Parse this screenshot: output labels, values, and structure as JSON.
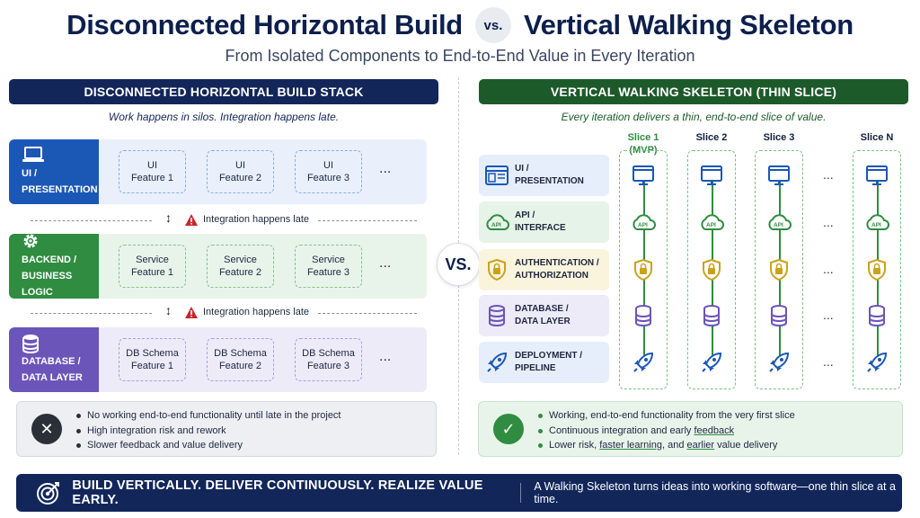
{
  "title": {
    "left": "Disconnected Horizontal Build",
    "vs": "vs.",
    "right": "Vertical Walking Skeleton"
  },
  "subtitle": "From Isolated Components to End-to-End Value in Every Iteration",
  "left": {
    "header": "DISCONNECTED HORIZONTAL BUILD STACK",
    "tagline": "Work happens in silos. Integration happens late.",
    "layers": [
      {
        "line1": "UI /",
        "line2": "PRESENTATION",
        "icon": "laptop-icon",
        "features": [
          [
            "UI",
            "Feature 1"
          ],
          [
            "UI",
            "Feature 2"
          ],
          [
            "UI",
            "Feature 3"
          ]
        ]
      },
      {
        "line1": "BACKEND /",
        "line2": "BUSINESS LOGIC",
        "icon": "gear-icon",
        "features": [
          [
            "Service",
            "Feature 1"
          ],
          [
            "Service",
            "Feature 2"
          ],
          [
            "Service",
            "Feature 3"
          ]
        ]
      },
      {
        "line1": "DATABASE /",
        "line2": "DATA LAYER",
        "icon": "database-icon",
        "features": [
          [
            "DB Schema",
            "Feature 1"
          ],
          [
            "DB Schema",
            "Feature 2"
          ],
          [
            "DB Schema",
            "Feature 3"
          ]
        ]
      }
    ],
    "ellipsis": "...",
    "integration_note": "Integration happens late",
    "results": [
      "No working end-to-end functionality until late in the project",
      "High integration risk and rework",
      "Slower feedback and value delivery"
    ]
  },
  "vs_mid": "VS.",
  "right": {
    "header": "VERTICAL WALKING SKELETON (THIN SLICE)",
    "tagline": "Every iteration delivers a thin, end-to-end slice of value.",
    "layers": [
      {
        "line1": "UI /",
        "line2": "PRESENTATION",
        "icon": "browser-window-icon"
      },
      {
        "line1": "API /",
        "line2": "INTERFACE",
        "icon": "api-cloud-icon"
      },
      {
        "line1": "AUTHENTICATION /",
        "line2": "AUTHORIZATION",
        "icon": "shield-lock-icon"
      },
      {
        "line1": "DATABASE /",
        "line2": "DATA LAYER",
        "icon": "database-icon"
      },
      {
        "line1": "DEPLOYMENT /",
        "line2": "PIPELINE",
        "icon": "rocket-icon"
      }
    ],
    "slices": [
      {
        "line1": "Slice 1",
        "line2": "(MVP)"
      },
      {
        "line1": "Slice 2",
        "line2": ""
      },
      {
        "line1": "Slice 3",
        "line2": ""
      },
      {
        "line1": "Slice N",
        "line2": ""
      }
    ],
    "ellipsis": "...",
    "results": {
      "r1": "Working, end-to-end functionality from the very first slice",
      "r2a": "Continuous integration and early ",
      "r2b": "feedback",
      "r3a": "Lower risk, ",
      "r3b": "faster learning",
      "r3c": ", and ",
      "r3d": "earlier",
      "r3e": " value delivery"
    }
  },
  "footer": {
    "main": "BUILD VERTICALLY. DELIVER CONTINUOUSLY. REALIZE VALUE EARLY.",
    "sub": "A Walking Skeleton turns ideas into working software—one thin slice at a time.",
    "icon": "target-icon"
  },
  "colors": {
    "navy": "#12265a",
    "green": "#2f8c40",
    "ui_blue": "#1b57b5",
    "purple": "#6b55b8",
    "gold": "#c9a21a",
    "warn_red": "#c8262c"
  }
}
